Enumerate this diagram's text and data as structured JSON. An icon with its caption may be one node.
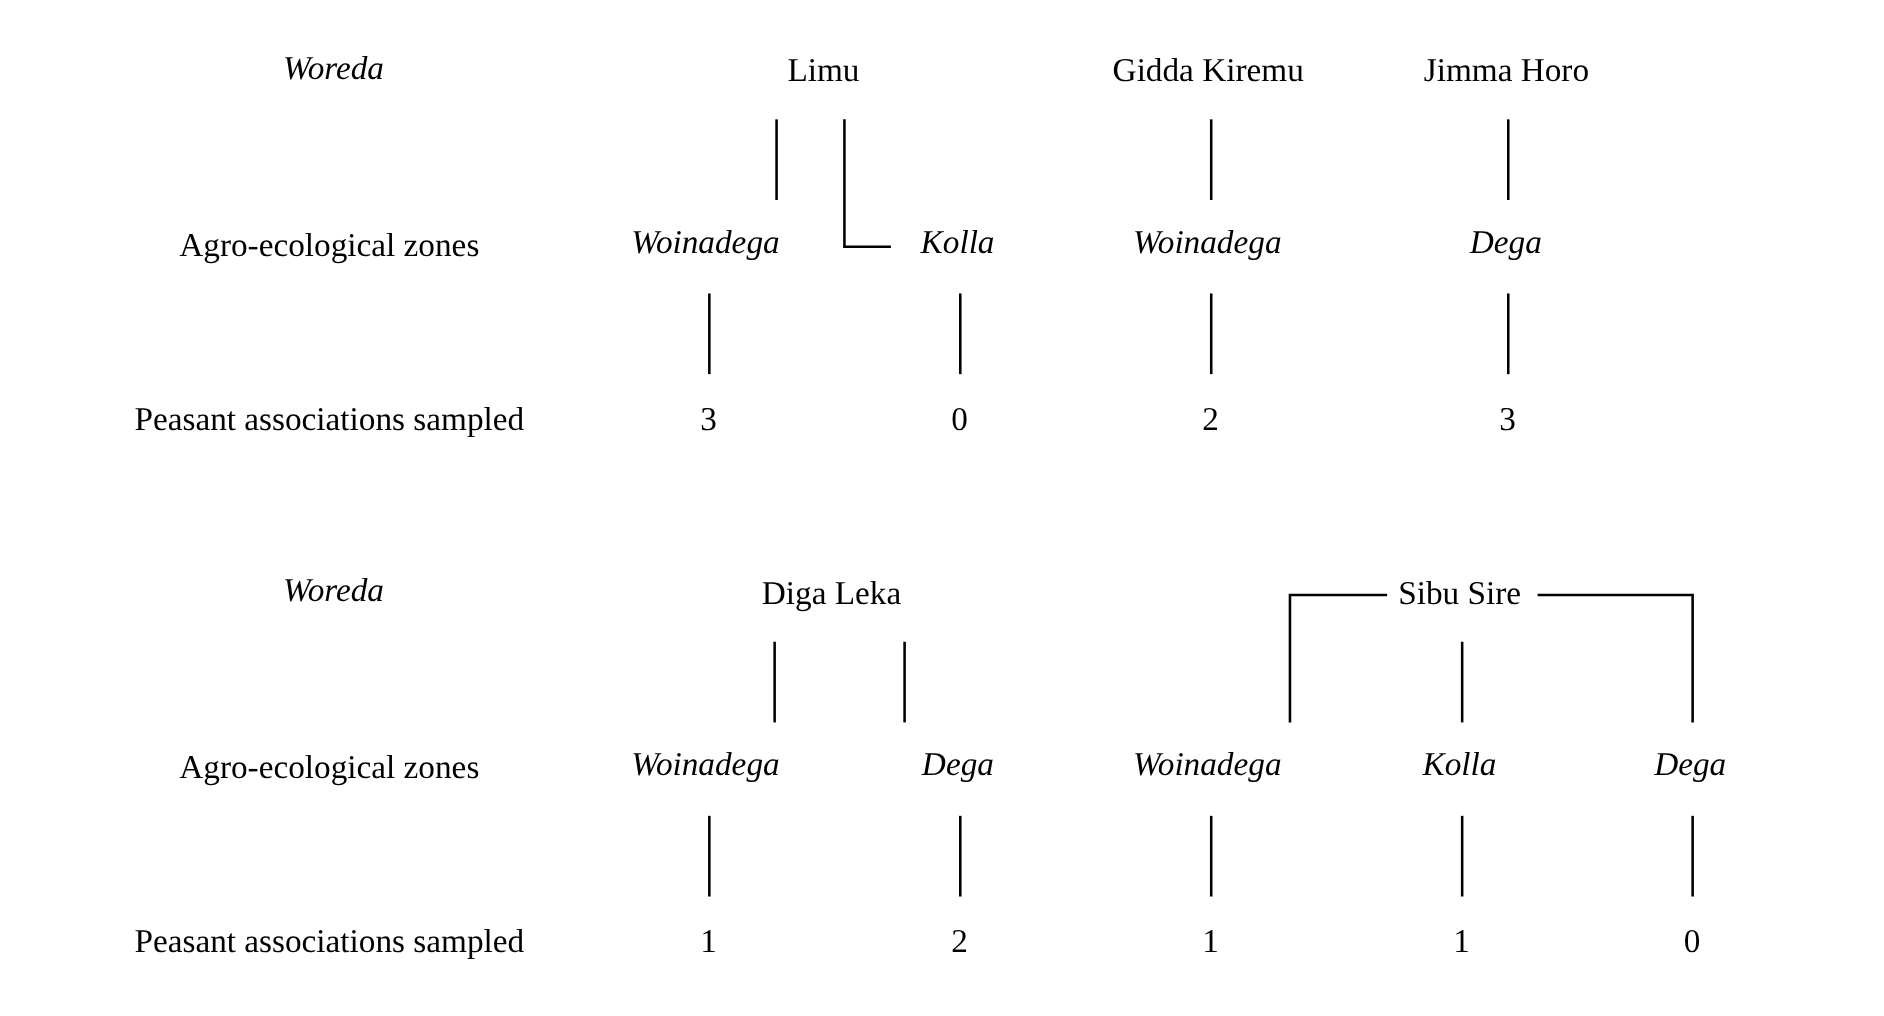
{
  "diagram": {
    "nodes": [
      {
        "text": [
          "Limu"
        ]
      },
      {
        "text": [
          "Gidda Kiremu"
        ]
      },
      {
        "text": [
          "Jimma Horo"
        ]
      },
      {
        "text": [
          "Woinadega"
        ]
      },
      {
        "text": [
          "Kolla"
        ]
      },
      {
        "text": [
          "Woinadega"
        ]
      },
      {
        "text": [
          "Dega"
        ]
      },
      {
        "text": [
          "3"
        ]
      },
      {
        "text": [
          "0"
        ]
      },
      {
        "text": [
          "2"
        ]
      },
      {
        "text": [
          "3"
        ]
      },
      {
        "text": [
          "Diga Leka"
        ]
      },
      {
        "text": [
          "Sibu Sire"
        ]
      },
      {
        "text": [
          "Woinadega"
        ]
      },
      {
        "text": [
          "Dega"
        ]
      },
      {
        "text": [
          "Woinadega"
        ]
      },
      {
        "text": [
          "Kolla"
        ]
      },
      {
        "text": [
          "Dega"
        ]
      },
      {
        "text": [
          "1"
        ]
      },
      {
        "text": [
          "2"
        ]
      },
      {
        "text": [
          "1"
        ]
      },
      {
        "text": [
          "1"
        ]
      },
      {
        "text": [
          "0"
        ]
      }
    ],
    "edges": [
      {
        "from": 0,
        "to": 3,
        "arrow": "none"
      },
      {
        "from": 0,
        "to": 4,
        "arrow": "none"
      },
      {
        "from": 1,
        "to": 5,
        "arrow": "none"
      },
      {
        "from": 2,
        "to": 6,
        "arrow": "none"
      },
      {
        "from": 3,
        "to": 7,
        "arrow": "none"
      },
      {
        "from": 4,
        "to": 8,
        "arrow": "none"
      },
      {
        "from": 5,
        "to": 9,
        "arrow": "none"
      },
      {
        "from": 6,
        "to": 10,
        "arrow": "none"
      },
      {
        "from": 11,
        "to": 13,
        "arrow": "none"
      },
      {
        "from": 11,
        "to": 14,
        "arrow": "none"
      },
      {
        "from": 12,
        "to": 15,
        "arrow": "none"
      },
      {
        "from": 12,
        "to": 16,
        "arrow": "none"
      },
      {
        "from": 12,
        "to": 17,
        "arrow": "none"
      },
      {
        "from": 13,
        "to": 18,
        "arrow": "none"
      },
      {
        "from": 14,
        "to": 19,
        "arrow": "none"
      },
      {
        "from": 15,
        "to": 20,
        "arrow": "none"
      },
      {
        "from": 16,
        "to": 21,
        "arrow": "none"
      },
      {
        "from": 17,
        "to": 22,
        "arrow": "none"
      }
    ],
    "labels": [
      "Woreda",
      "Agro-ecological zones",
      "Peasant associations sampled",
      "Woreda",
      "Agro-ecological zones",
      "Peasant associations sampled"
    ]
  }
}
